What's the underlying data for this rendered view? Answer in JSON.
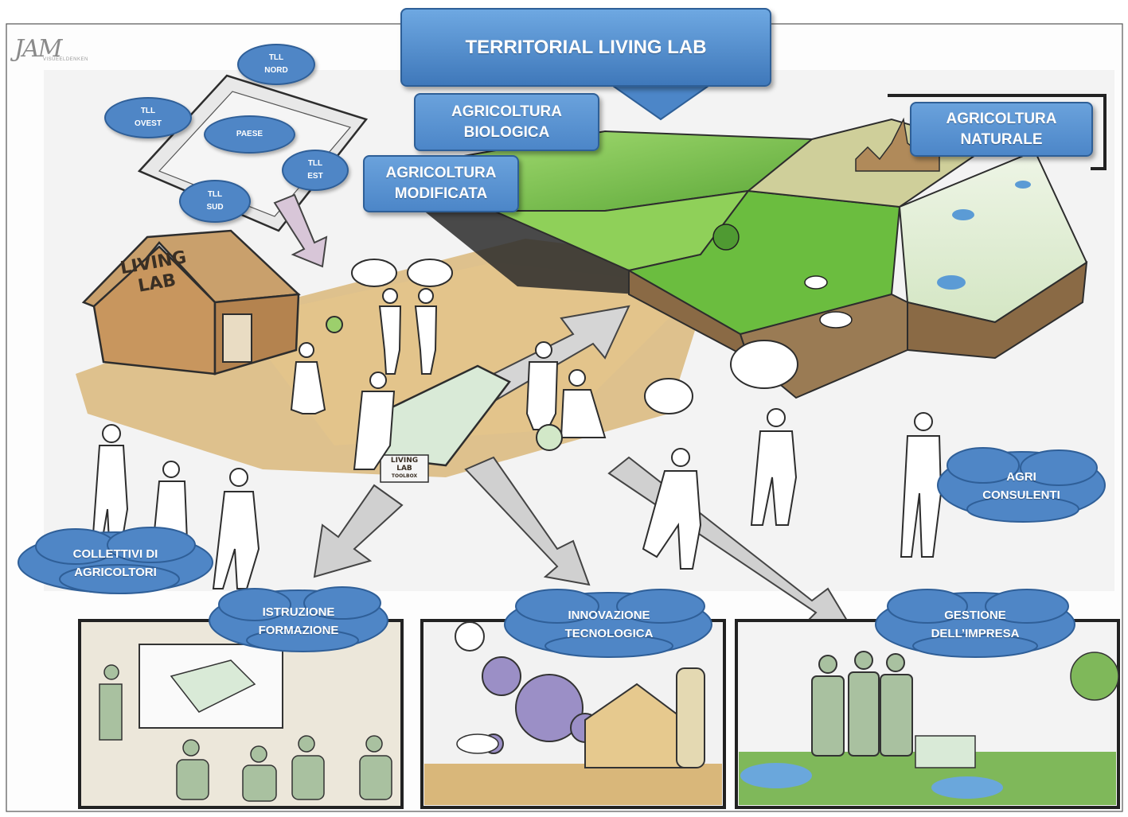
{
  "title": "TERRITORIAL LIVING LAB",
  "logo": {
    "text": "JAM",
    "subtext": "VISUEELDENKEN"
  },
  "territory_map": {
    "regions": [
      {
        "id": "nord",
        "lines": [
          "TLL",
          "NORD"
        ]
      },
      {
        "id": "ovest",
        "lines": [
          "TLL",
          "OVEST"
        ]
      },
      {
        "id": "paese",
        "lines": [
          "PAESE"
        ]
      },
      {
        "id": "est",
        "lines": [
          "TLL",
          "EST"
        ]
      },
      {
        "id": "sud",
        "lines": [
          "TLL",
          "SUD"
        ]
      }
    ]
  },
  "farming_types": [
    {
      "id": "biologica",
      "lines": [
        "AGRICOLTURA",
        "BIOLOGICA"
      ]
    },
    {
      "id": "modificata",
      "lines": [
        "AGRICOLTURA",
        "MODIFICATA"
      ]
    },
    {
      "id": "naturale",
      "lines": [
        "AGRICOLTURA",
        "NATURALE"
      ]
    }
  ],
  "barn_sign": {
    "line1": "LIVING",
    "line2": "LAB"
  },
  "toolbox_sign": {
    "line1": "LIVING",
    "line2": "LAB",
    "line3": "TOOLBOX"
  },
  "stakeholders": [
    {
      "id": "collettivi",
      "lines": [
        "COLLETTIVI DI",
        "AGRICOLTORI"
      ]
    },
    {
      "id": "consulenti",
      "lines": [
        "AGRI",
        "CONSULENTI"
      ]
    }
  ],
  "themes": [
    {
      "id": "istruzione",
      "lines": [
        "ISTRUZIONE",
        "FORMAZIONE"
      ]
    },
    {
      "id": "innovazione",
      "lines": [
        "INNOVAZIONE",
        "TECNOLOGICA"
      ]
    },
    {
      "id": "gestione",
      "lines": [
        "GESTIONE",
        "DELL’IMPRESA"
      ]
    }
  ],
  "colors": {
    "box_blue": "#4f86c6",
    "box_border": "#2e5f97",
    "field_green": "#7cc24a",
    "ground_wood": "#d9b77a",
    "arrow_gray": "#c9c9c9",
    "figure_sage": "#a9c1a0"
  }
}
